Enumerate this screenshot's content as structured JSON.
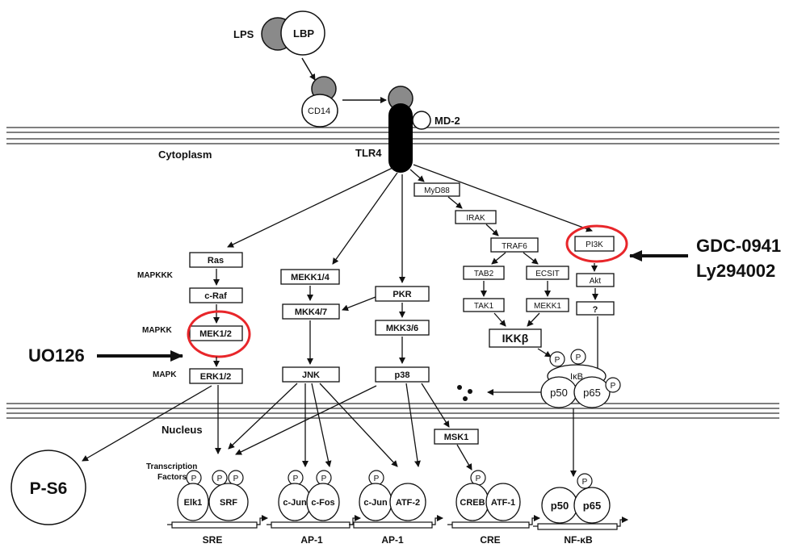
{
  "receptors": {
    "lps": "LPS",
    "lbp": "LBP",
    "cd14": "CD14",
    "md2": "MD-2",
    "tlr4": "TLR4"
  },
  "compartments": {
    "cytoplasm": "Cytoplasm",
    "nucleus": "Nucleus"
  },
  "tiers": {
    "mapkkk": "MAPKKK",
    "mapkk": "MAPKK",
    "mapk": "MAPK",
    "transcription_line1": "Transcription",
    "transcription_line2": "Factors"
  },
  "nodes": {
    "ras": "Ras",
    "craf": "c-Raf",
    "mek12": "MEK1/2",
    "erk12": "ERK1/2",
    "mekk14": "MEKK1/4",
    "mkk47": "MKK4/7",
    "jnk": "JNK",
    "pkr": "PKR",
    "mkk36": "MKK3/6",
    "p38": "p38",
    "myd88": "MyD88",
    "irak": "IRAK",
    "traf6": "TRAF6",
    "tab2": "TAB2",
    "tak1": "TAK1",
    "ecsit": "ECSIT",
    "mekk1": "MEKK1",
    "ikkb": "IKKβ",
    "pi3k": "PI3K",
    "akt": "Akt",
    "unknown": "?",
    "msk1": "MSK1"
  },
  "nfkb_complex": {
    "ikb": "IκB",
    "p50": "p50",
    "p65": "p65",
    "phospho": "P"
  },
  "transcription_factors": {
    "elk1": "Elk1",
    "srf": "SRF",
    "cjun": "c-Jun",
    "cfos": "c-Fos",
    "atf2": "ATF-2",
    "creb": "CREB",
    "atf1": "ATF-1",
    "p50": "p50",
    "p65": "p65",
    "phospho": "P"
  },
  "promoters": {
    "sre": "SRE",
    "ap1_a": "AP-1",
    "ap1_b": "AP-1",
    "cre": "CRE",
    "nfkb": "NF-κB"
  },
  "inhibitors": {
    "uo126": "UO126",
    "gdc0941": "GDC-0941",
    "ly294002": "Ly294002"
  },
  "readout": {
    "ps6": "P-S6"
  },
  "colors": {
    "highlight": "#e8262a",
    "ligand_grey": "#8a8a8a",
    "ink": "#111111"
  }
}
